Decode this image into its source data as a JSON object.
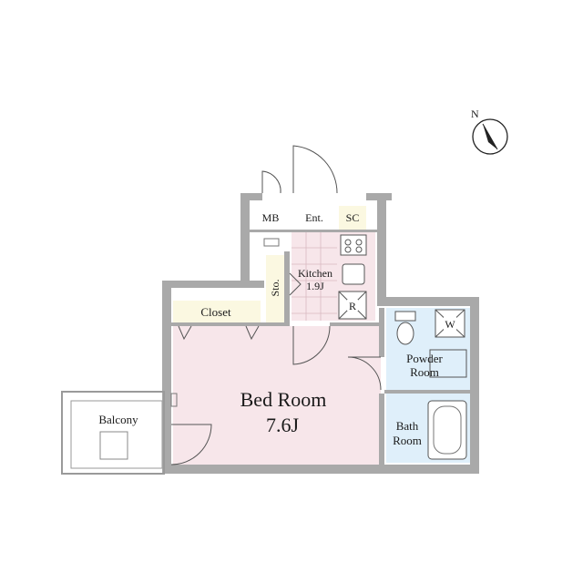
{
  "rooms": {
    "bedroom": {
      "name": "Bed Room",
      "size": "7.6J"
    },
    "kitchen": {
      "name": "Kitchen",
      "size": "1.9J"
    },
    "closet": "Closet",
    "storage": "Sto.",
    "meter_box": "MB",
    "entrance": "Ent.",
    "shoe_cabinet": "SC",
    "powder_room": {
      "line1": "Powder",
      "line2": "Room"
    },
    "bath_room": {
      "line1": "Bath",
      "line2": "Room"
    },
    "balcony": "Balcony"
  },
  "fixtures": {
    "refrigerator": "R",
    "washer": "W"
  },
  "compass": {
    "label": "N"
  },
  "colors": {
    "bedroom_floor": "#f7e6ea",
    "closet_floor": "#fbf8e1",
    "wet_area_floor": "#dfeffa",
    "kitchen_floor": "#f7e6ea",
    "wall": "#a9a9a9"
  }
}
